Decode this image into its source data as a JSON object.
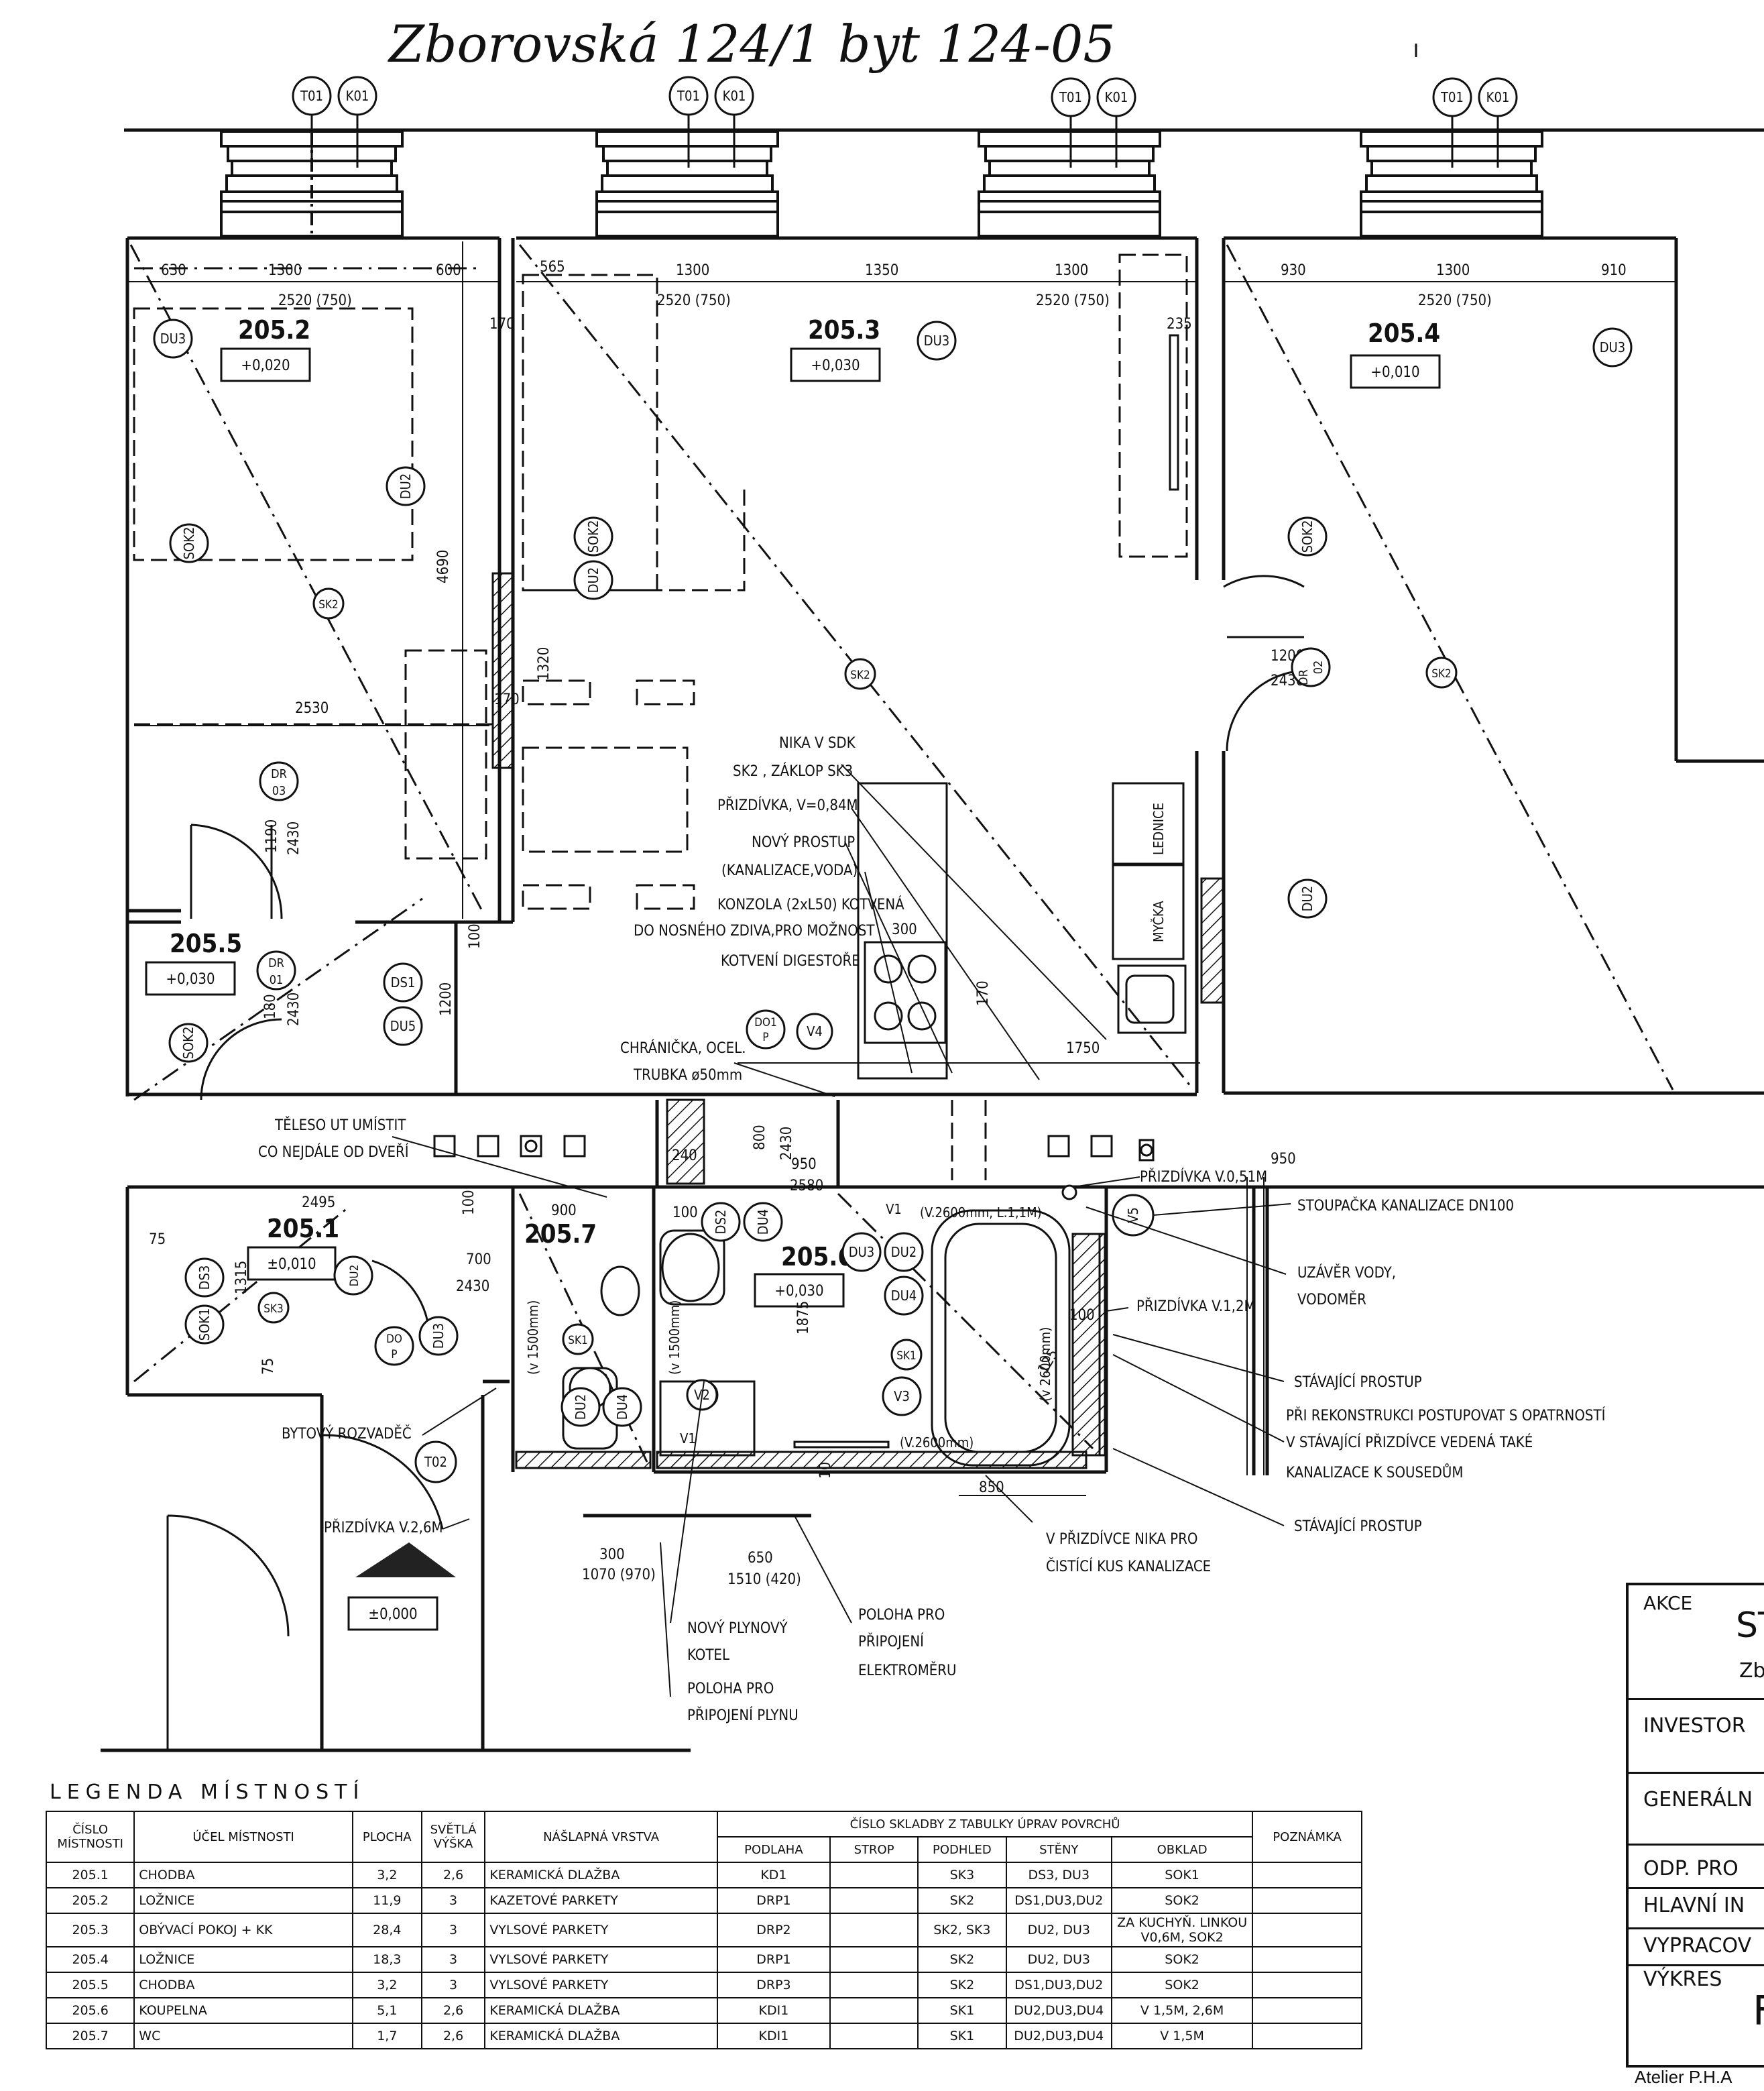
{
  "drawing": {
    "title": "Zborovská 124/1 byt 124-05",
    "window_tags": [
      "T01",
      "K01"
    ],
    "rooms": [
      {
        "id": "205.1",
        "level": "±0,010"
      },
      {
        "id": "205.2",
        "level": "+0,020"
      },
      {
        "id": "205.3",
        "level": "+0,030"
      },
      {
        "id": "205.4",
        "level": "+0,010"
      },
      {
        "id": "205.5",
        "level": "+0,030"
      },
      {
        "id": "205.6",
        "level": "+0,030"
      },
      {
        "id": "205.7",
        "level": ""
      }
    ],
    "entrance_level": "±0,000",
    "dims": {
      "d630": "630",
      "d1300": "1300",
      "d600": "600",
      "d2520": "2520 (750)",
      "d565": "565",
      "d1350": "1350",
      "d930": "930",
      "d910": "910",
      "d235": "235",
      "d170": "170",
      "d4690": "4690",
      "d2530": "2530",
      "d1320": "1320",
      "d1190": "1190",
      "d2430": "2430",
      "d180": "180",
      "d100": "100",
      "d1200": "1200",
      "d300": "300",
      "d1750": "1750",
      "d240": "240",
      "d800": "800",
      "d950": "950",
      "d2580": "2580",
      "d900": "900",
      "d2495": "2495",
      "d75": "75",
      "d1315": "1315",
      "d700": "700",
      "d1875": "1875",
      "d125": "125",
      "d850": "850",
      "d1070": "1070 (970)",
      "d650": "650",
      "d1510": "1510 (420)",
      "d10": "10"
    },
    "tags": {
      "du2": "DU2",
      "du3": "DU3",
      "du4": "DU4",
      "du5": "DU5",
      "ds1": "DS1",
      "ds2": "DS2",
      "ds3": "DS3",
      "sk1": "SK1",
      "sk2": "SK2",
      "sk3": "SK3",
      "sok1": "SOK1",
      "sok2": "SOK2",
      "v1": "V1",
      "v2": "V2",
      "v3": "V3",
      "v4": "V4",
      "v5": "V5",
      "t02": "T02",
      "dr": "DR",
      "dr01": "01",
      "dr02": "02",
      "dr03": "03",
      "do": "DO",
      "p": "P",
      "do1": "DO1",
      "l": "L"
    },
    "fixtures": {
      "lednice": "LEDNICE",
      "mycka": "MYČKA",
      "bath_len": "(V.2600mm, L.1,1M)",
      "bath_v": "(v 2600mm)",
      "bath_v2": "(V.2600mm)",
      "wc_v": "(v 1500mm)"
    },
    "notes": {
      "nika": "NIKA V SDK",
      "sk2zaklop": "SK2 , ZÁKLOP SK3",
      "prizdivka084": "PŘIZDÍVKA, V=0,84M",
      "novy_prostup": "NOVÝ PROSTUP",
      "kanalizace_voda": "(KANALIZACE,VODA)",
      "konzola1": "KONZOLA (2xL50) KOTVENÁ",
      "konzola2": "DO NOSNÉHO ZDIVA,PRO MOŽNOST",
      "konzola3": "KOTVENÍ DIGESTOŘE",
      "chranicka1": "CHRÁNIČKA, OCEL.",
      "chranicka2": "TRUBKA ø50mm",
      "teleso1": "TĚLESO UT UMÍSTIT",
      "teleso2": "CO NEJDÁLE OD DVEŘÍ",
      "prizdivka051": "PŘIZDÍVKA V.0,51M",
      "stoupacka": "STOUPAČKA KANALIZACE DN100",
      "uzaver1": "UZÁVĚR VODY,",
      "uzaver2": "VODOMĚR",
      "prizdivka12": "PŘIZDÍVKA V.1,2M",
      "stavajici1": "STÁVAJÍCÍ PROSTUP",
      "rekon1": "PŘI REKONSTRUKCI POSTUPOVAT S OPATRNOSTÍ",
      "rekon2": "V STÁVAJÍCÍ PŘIZDÍVCE VEDENÁ TAKÉ",
      "rekon3": "KANALIZACE K SOUSEDŮM",
      "stavajici2": "STÁVAJÍCÍ PROSTUP",
      "nika_pro1": "V PŘIZDÍVCE NIKA PRO",
      "nika_pro2": "ČISTÍCÍ KUS KANALIZACE",
      "rozvadec": "BYTOVÝ ROZVADĚČ",
      "prizdivka26": "PŘIZDÍVKA V.2,6M",
      "kotel1": "NOVÝ PLYNOVÝ",
      "kotel2": "KOTEL",
      "plyn1": "POLOHA PRO",
      "plyn2": "PŘIPOJENÍ PLYNU",
      "elektro1": "POLOHA PRO",
      "elektro2": "PŘIPOJENÍ",
      "elektro3": "ELEKTROMĚRU"
    }
  },
  "legend": {
    "title": "LEGENDA MÍSTNOSTÍ",
    "headers": {
      "cislo": "ČÍSLO MÍSTNOSTI",
      "ucel": "ÚČEL MÍSTNOSTI",
      "plocha": "PLOCHA",
      "vyska": "SVĚTLÁ VÝŠKA",
      "naslapna": "NÁŠLAPNÁ VRSTVA",
      "skladby": "ČÍSLO SKLADBY Z TABULKY ÚPRAV POVRCHŮ",
      "podlaha": "PODLAHA",
      "strop": "STROP",
      "podhled": "PODHLED",
      "steny": "STĚNY",
      "obklad": "OBKLAD",
      "poznamka": "POZNÁMKA"
    },
    "rows": [
      [
        "205.1",
        "CHODBA",
        "3,2",
        "2,6",
        "KERAMICKÁ DLAŽBA",
        "KD1",
        "",
        "SK3",
        "DS3, DU3",
        "SOK1",
        ""
      ],
      [
        "205.2",
        "LOŽNICE",
        "11,9",
        "3",
        "KAZETOVÉ PARKETY",
        "DRP1",
        "",
        "SK2",
        "DS1,DU3,DU2",
        "SOK2",
        ""
      ],
      [
        "205.3",
        "OBÝVACÍ POKOJ + KK",
        "28,4",
        "3",
        "VYLSOVÉ PARKETY",
        "DRP2",
        "",
        "SK2, SK3",
        "DU2, DU3",
        "ZA KUCHYŇ. LINKOU V0,6M, SOK2",
        ""
      ],
      [
        "205.4",
        "LOŽNICE",
        "18,3",
        "3",
        "VYLSOVÉ PARKETY",
        "DRP1",
        "",
        "SK2",
        "DU2, DU3",
        "SOK2",
        ""
      ],
      [
        "205.5",
        "CHODBA",
        "3,2",
        "3",
        "VYLSOVÉ PARKETY",
        "DRP3",
        "",
        "SK2",
        "DS1,DU3,DU2",
        "SOK2",
        ""
      ],
      [
        "205.6",
        "KOUPELNA",
        "5,1",
        "2,6",
        "KERAMICKÁ DLAŽBA",
        "KDI1",
        "",
        "SK1",
        "DU2,DU3,DU4",
        "V 1,5M, 2,6M",
        ""
      ],
      [
        "205.7",
        "WC",
        "1,7",
        "2,6",
        "KERAMICKÁ DLAŽBA",
        "KDI1",
        "",
        "SK1",
        "DU2,DU3,DU4",
        "V 1,5M",
        ""
      ]
    ]
  },
  "titleblock": {
    "akce": "AKCE",
    "akce_val": "ST",
    "akce_sub": "Zbo",
    "investor": "INVESTOR",
    "generalni": "GENERÁLN",
    "odp": "ODP. PRO",
    "hlavni": "HLAVNÍ IN",
    "vypracoval": "VYPRACOV",
    "vykres": "VÝKRES",
    "vykres_val": "F",
    "atelier": "Atelier P.H.A"
  }
}
